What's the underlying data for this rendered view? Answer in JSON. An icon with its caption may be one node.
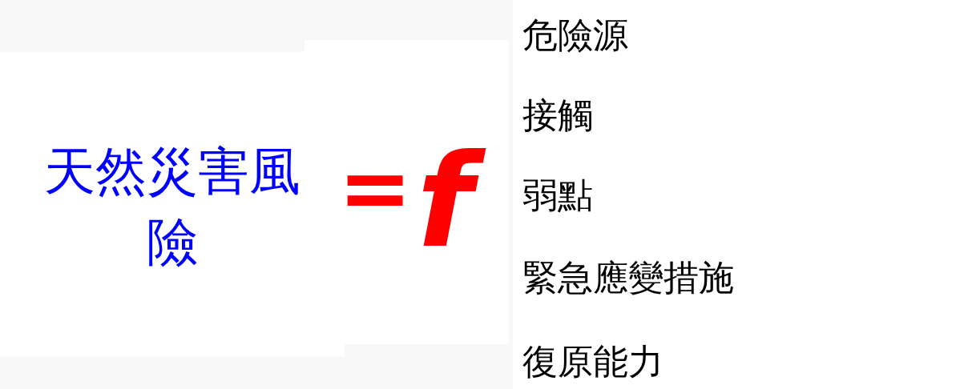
{
  "diagram": {
    "labels": [
      "天然災害風險",
      "=",
      "f",
      "危險源",
      "接觸",
      "弱點",
      "緊急應變措施",
      "復原能力"
    ]
  }
}
